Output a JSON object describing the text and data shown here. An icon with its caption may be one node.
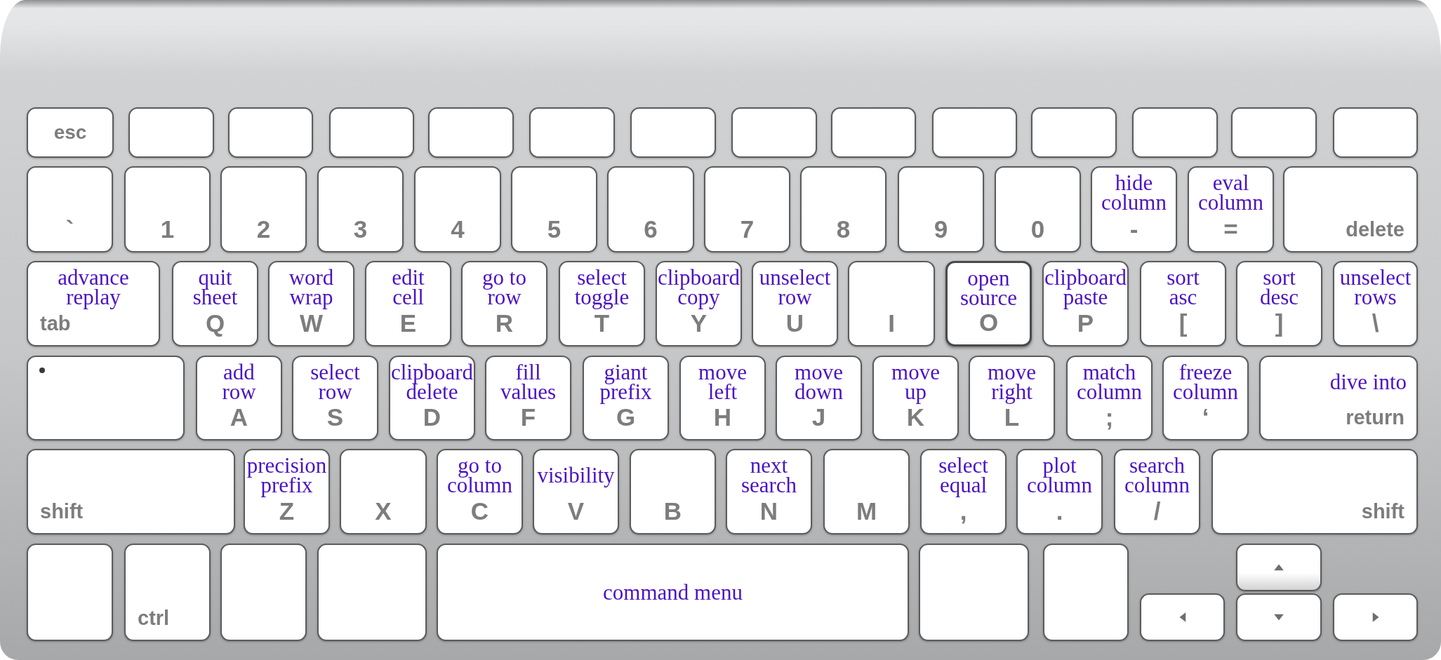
{
  "diagram": {
    "nodes": [
      {
        "text": [
          "esc"
        ]
      },
      {
        "text": [],
        "shape": "box"
      },
      {
        "text": [],
        "shape": "box"
      },
      {
        "text": [],
        "shape": "box"
      },
      {
        "text": [],
        "shape": "box"
      },
      {
        "text": [],
        "shape": "box"
      },
      {
        "text": [],
        "shape": "box"
      },
      {
        "text": [],
        "shape": "box"
      },
      {
        "text": [],
        "shape": "box"
      },
      {
        "text": [],
        "shape": "box"
      },
      {
        "text": [],
        "shape": "box"
      },
      {
        "text": [],
        "shape": "box"
      },
      {
        "text": [],
        "shape": "box"
      },
      {
        "text": [],
        "shape": "box"
      },
      {
        "text": [
          "`"
        ]
      },
      {
        "text": [
          "1"
        ]
      },
      {
        "text": [
          "2"
        ]
      },
      {
        "text": [
          "3"
        ]
      },
      {
        "text": [
          "4"
        ]
      },
      {
        "text": [
          "5"
        ]
      },
      {
        "text": [
          "6"
        ]
      },
      {
        "text": [
          "7"
        ]
      },
      {
        "text": [
          "8"
        ]
      },
      {
        "text": [
          "9"
        ]
      },
      {
        "text": [
          "0"
        ]
      },
      {
        "text": [
          "hide column",
          "-"
        ]
      },
      {
        "text": [
          "eval column",
          "="
        ]
      },
      {
        "text": [
          "delete"
        ]
      },
      {
        "text": [
          "advance replay",
          "tab"
        ]
      },
      {
        "text": [
          "quit sheet",
          "Q"
        ]
      },
      {
        "text": [
          "word wrap",
          "W"
        ]
      },
      {
        "text": [
          "edit cell",
          "E"
        ]
      },
      {
        "text": [
          "go to row",
          "R"
        ]
      },
      {
        "text": [
          "select toggle",
          "T"
        ]
      },
      {
        "text": [
          "clipboard copy",
          "Y"
        ]
      },
      {
        "text": [
          "unselect row",
          "U"
        ]
      },
      {
        "text": [
          "I"
        ]
      },
      {
        "text": [
          "open source",
          "O"
        ]
      },
      {
        "text": [
          "clipboard paste",
          "P"
        ]
      },
      {
        "text": [
          "sort asc",
          "["
        ]
      },
      {
        "text": [
          "sort desc",
          "]"
        ]
      },
      {
        "text": [
          "unselect rows",
          "\\"
        ]
      },
      {
        "text": [],
        "shape": "box"
      },
      {
        "text": [
          "add row",
          "A"
        ]
      },
      {
        "text": [
          "select row",
          "S"
        ]
      },
      {
        "text": [
          "clipboard delete",
          "D"
        ]
      },
      {
        "text": [
          "fill values",
          "F"
        ]
      },
      {
        "text": [
          "giant prefix",
          "G"
        ]
      },
      {
        "text": [
          "move left",
          "H"
        ]
      },
      {
        "text": [
          "move down",
          "J"
        ]
      },
      {
        "text": [
          "move up",
          "K"
        ]
      },
      {
        "text": [
          "move right",
          "L"
        ]
      },
      {
        "text": [
          "match column",
          ";"
        ]
      },
      {
        "text": [
          "freeze column",
          "‘"
        ]
      },
      {
        "text": [
          "dive into",
          "return"
        ]
      },
      {
        "text": [
          "shift"
        ]
      },
      {
        "text": [
          "precision prefix",
          "Z"
        ]
      },
      {
        "text": [
          "X"
        ]
      },
      {
        "text": [
          "go to column",
          "C"
        ]
      },
      {
        "text": [
          "visibility",
          "V"
        ]
      },
      {
        "text": [
          "B"
        ]
      },
      {
        "text": [
          "next search",
          "N"
        ]
      },
      {
        "text": [
          "M"
        ]
      },
      {
        "text": [
          "select equal",
          ","
        ]
      },
      {
        "text": [
          "plot column",
          "."
        ]
      },
      {
        "text": [
          "search column",
          "/"
        ]
      },
      {
        "text": [
          "shift"
        ]
      },
      {
        "text": [],
        "shape": "box"
      },
      {
        "text": [
          "ctrl"
        ]
      },
      {
        "text": [],
        "shape": "box"
      },
      {
        "text": [],
        "shape": "box"
      },
      {
        "text": [
          "command menu"
        ]
      },
      {
        "text": [],
        "shape": "box"
      },
      {
        "text": [],
        "shape": "box"
      },
      {
        "text": [],
        "shape": "box"
      },
      {
        "text": [],
        "shape": "box"
      },
      {
        "text": [],
        "shape": "box"
      },
      {
        "text": [],
        "shape": "box"
      }
    ]
  }
}
